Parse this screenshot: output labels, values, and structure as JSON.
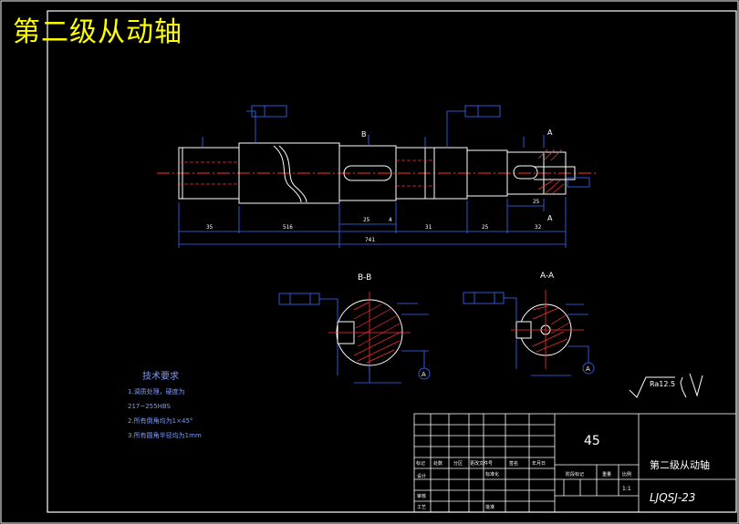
{
  "drawing": {
    "title": "第二级从动轴",
    "section_bb": "B-B",
    "section_aa": "A-A",
    "label_a": "A",
    "label_b": "B",
    "roughness_global": "Ra12.5",
    "tech_req": {
      "heading": "技术要求",
      "items": [
        "1.调质处理，硬度为",
        "217~255HBS",
        "2.所有倒角均为1×45°",
        "3.所有圆角半径均为1mm"
      ]
    }
  },
  "dims": {
    "d1": "35",
    "d2": "516",
    "d3": "25",
    "d4": "4",
    "d5": "31",
    "d6": "25",
    "d7": "32",
    "overall": "741"
  },
  "title_block": {
    "material": "45",
    "part_name": "第二级从动轴",
    "drawing_no": "LJQSJ-23",
    "scale": "1:1",
    "headers": [
      "标记",
      "处数",
      "分区",
      "更改文件号",
      "签名",
      "年月日"
    ],
    "row_labels": [
      "设计",
      "审核",
      "工艺"
    ],
    "std_label": "标准化",
    "approve_label": "批准",
    "stage_label": "阶段标记",
    "weight_label": "重量",
    "scale_label": "比例"
  }
}
